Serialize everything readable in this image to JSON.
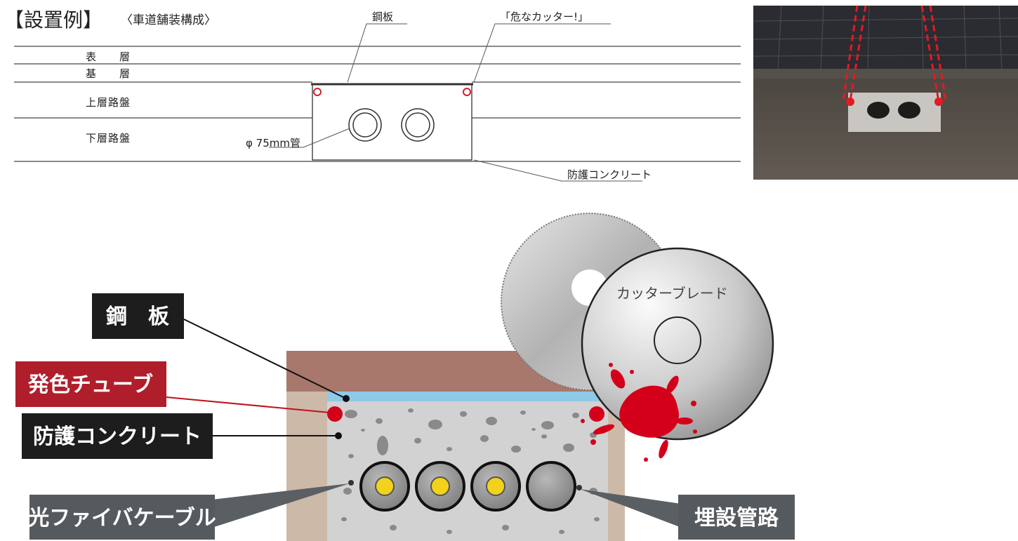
{
  "header": {
    "title": "【設置例】",
    "subtitle": "〈車道舗装構成〉"
  },
  "section_diagram": {
    "layers": [
      "表　　層",
      "基　　層",
      "上層路盤",
      "下層路盤"
    ],
    "steel_plate_label": "鋼板",
    "cutter_warning_label": "「危なカッター!」",
    "pipe_label": "φ 75mm管",
    "protective_concrete_label": "防護コンクリート"
  },
  "illustration": {
    "blade_label": "カッターブレード",
    "callouts": {
      "steel_plate": "鋼　板",
      "color_tube": "発色チューブ",
      "protective_concrete": "防護コンクリート",
      "fiber_cable": "光ファイバケーブル",
      "buried_pipe": "埋設管路"
    }
  },
  "colors": {
    "callout_dark": "#1d1d1d",
    "callout_red": "#b01e2c",
    "callout_gray": "#555a5e",
    "asphalt": "#a8786d",
    "steel_plate": "#8fc9e8",
    "concrete": "#d2d2d2",
    "soil": "#cdb9a8",
    "cable_core": "#f2d21b",
    "paint_red": "#d4001a"
  }
}
